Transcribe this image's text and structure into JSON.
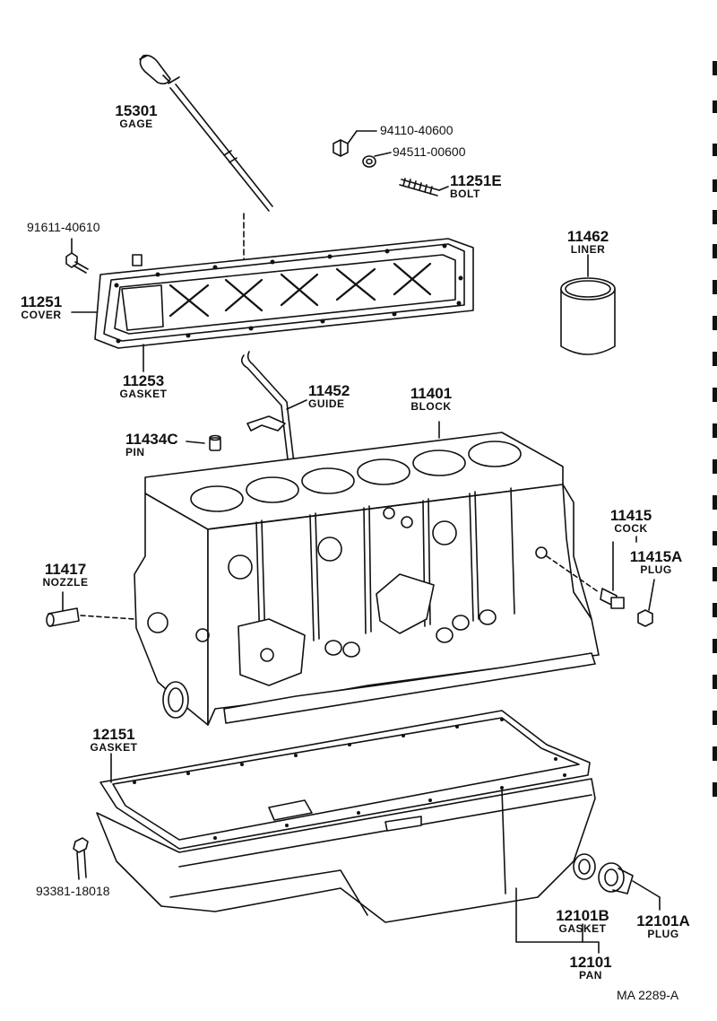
{
  "parts": {
    "p15301": {
      "number": "15301",
      "name": "GAGE"
    },
    "p94110": {
      "number": "94110-40600"
    },
    "p94511": {
      "number": "94511-00600"
    },
    "p11251E": {
      "number": "11251E",
      "name": "BOLT"
    },
    "p91611": {
      "number": "91611-40610"
    },
    "p11462": {
      "number": "11462",
      "name": "LINER"
    },
    "p11251": {
      "number": "11251",
      "name": "COVER"
    },
    "p11253": {
      "number": "11253",
      "name": "GASKET"
    },
    "p11452": {
      "number": "11452",
      "name": "GUIDE"
    },
    "p11401": {
      "number": "11401",
      "name": "BLOCK"
    },
    "p11434C": {
      "number": "11434C",
      "name": "PIN"
    },
    "p11415": {
      "number": "11415",
      "name": "COCK"
    },
    "p11415A": {
      "number": "11415A",
      "name": "PLUG"
    },
    "p11417": {
      "number": "11417",
      "name": "NOZZLE"
    },
    "p12151": {
      "number": "12151",
      "name": "GASKET"
    },
    "p93381": {
      "number": "93381-18018"
    },
    "p12101B": {
      "number": "12101B",
      "name": "GASKET"
    },
    "p12101A": {
      "number": "12101A",
      "name": "PLUG"
    },
    "p12101": {
      "number": "12101",
      "name": "PAN"
    }
  },
  "footer": {
    "code": "MA  2289-A"
  }
}
